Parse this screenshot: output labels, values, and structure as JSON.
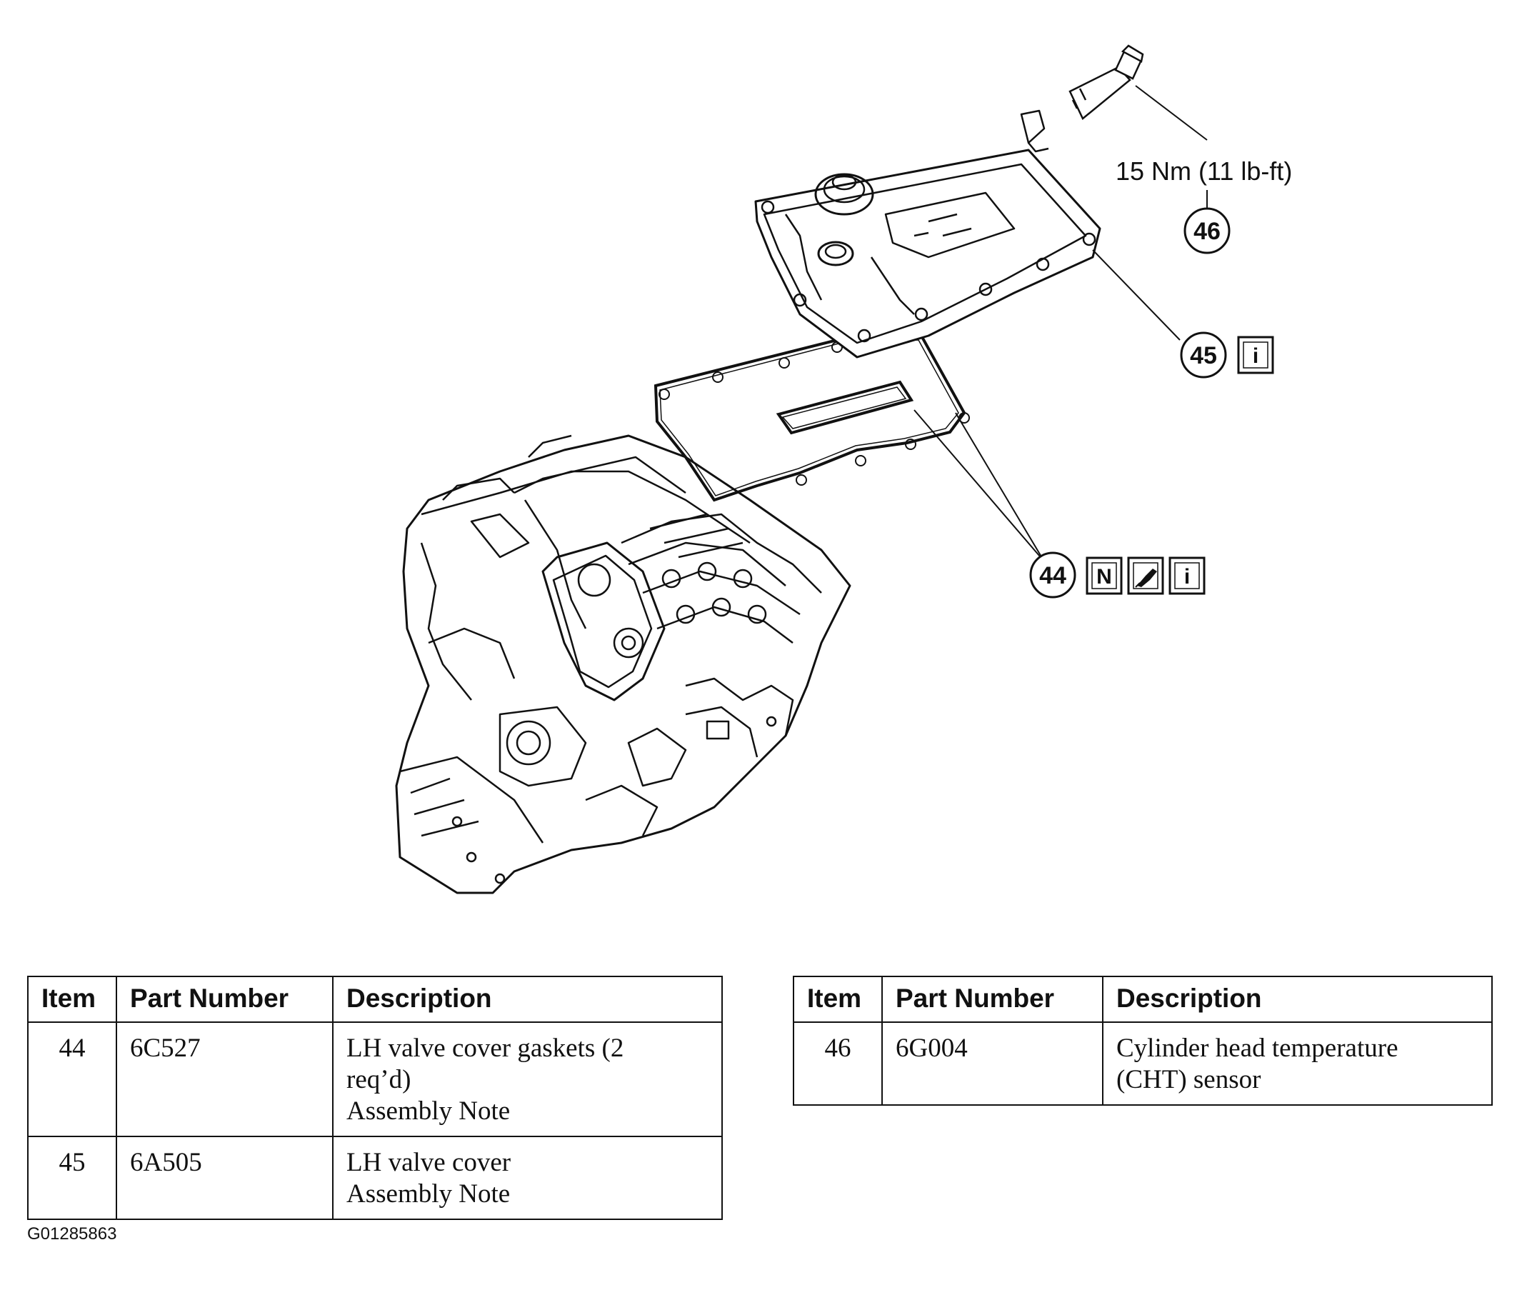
{
  "callouts": {
    "torque": "15 Nm (11 lb-ft)",
    "item46": "46",
    "item45": "45",
    "item44": "44",
    "badge_info": "i",
    "badge_new": "N"
  },
  "icons": [
    "engine-illustration",
    "valve-cover-illustration",
    "gasket-illustration",
    "info-icon",
    "new-part-icon",
    "sealant-icon"
  ],
  "table_left": {
    "headers": [
      "Item",
      "Part Number",
      "Description"
    ],
    "rows": [
      {
        "item": "44",
        "part": "6C527",
        "desc": [
          "LH valve cover gaskets (2",
          "req’d)",
          "Assembly Note"
        ]
      },
      {
        "item": "45",
        "part": "6A505",
        "desc": [
          "LH valve cover",
          "Assembly Note"
        ]
      }
    ]
  },
  "table_right": {
    "headers": [
      "Item",
      "Part Number",
      "Description"
    ],
    "rows": [
      {
        "item": "46",
        "part": "6G004",
        "desc": [
          "Cylinder head temperature",
          "(CHT) sensor"
        ]
      }
    ]
  },
  "figure_id": "G01285863"
}
